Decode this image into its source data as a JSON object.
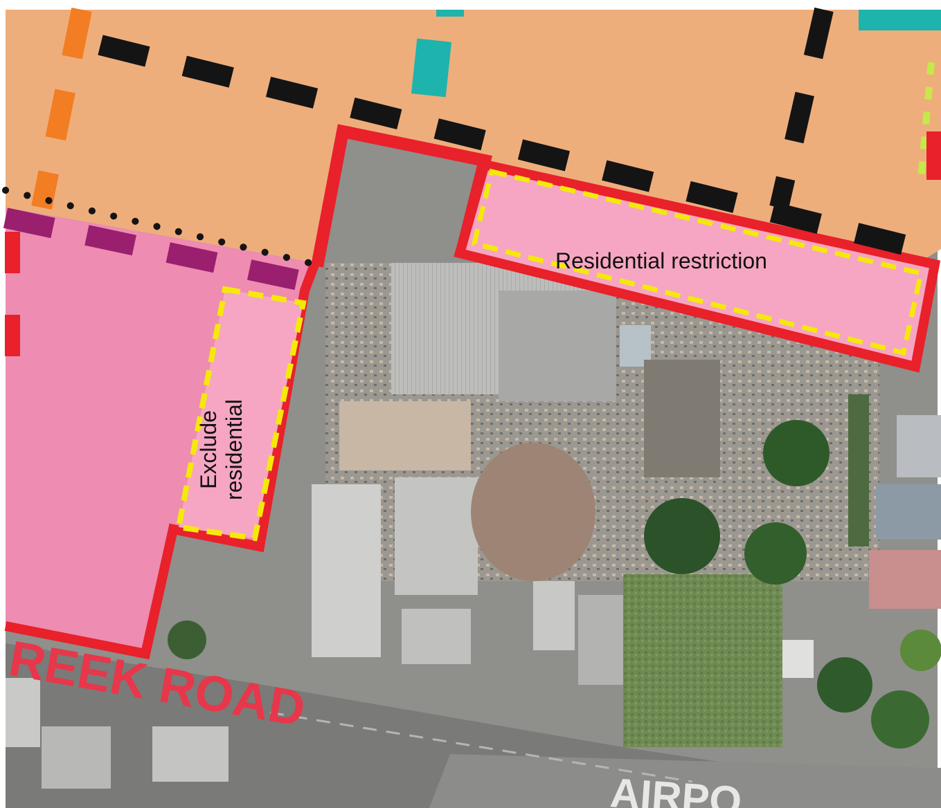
{
  "map": {
    "labels": {
      "residential_restriction": "Residential restriction",
      "exclude_residential": "Exclude residential"
    },
    "road_labels": {
      "creek_road": "REEK ROAD",
      "airport_road": "AIRPO"
    },
    "colors": {
      "zone_orange": "#eeae7c",
      "zone_pink": "#ee8cb2",
      "zone_light_pink": "#f6a6c2",
      "boundary_red": "#e8212a",
      "dashed_yellow": "#f5e90a",
      "dashed_black": "#141414",
      "dashed_purple": "#9a1f6e",
      "dashed_orange": "#f27d22",
      "dashed_teal": "#1fb3ad",
      "road_label_red": "#e8364a",
      "aerial_ground": "#8f8f8c",
      "vegetation": "#2e5a2a"
    }
  }
}
